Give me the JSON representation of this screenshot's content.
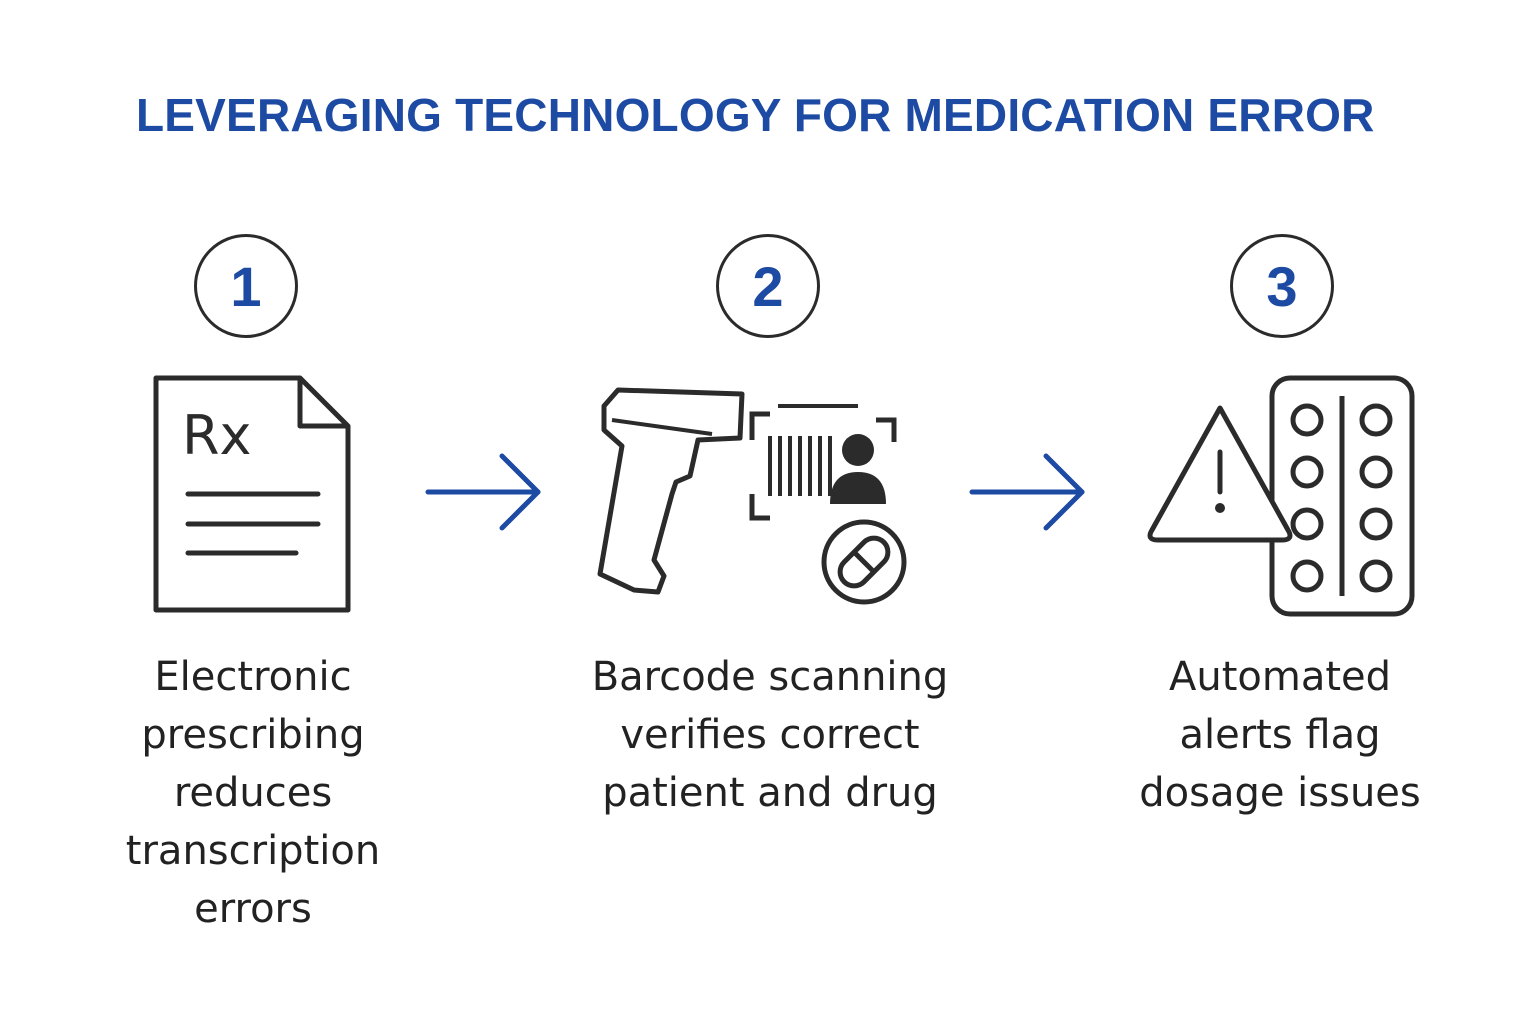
{
  "title": "LEVERAGING TECHNOLOGY FOR MEDICATION ERROR",
  "accent_color": "#1d4aa3",
  "stroke_color": "#2b2b2b",
  "steps": [
    {
      "number": "1",
      "icon": "prescription-document-icon",
      "rx": "Rx",
      "caption": [
        "Electronic",
        "prescribing",
        "reduces",
        "transcription",
        "errors"
      ]
    },
    {
      "number": "2",
      "icon": "barcode-scanner-icon",
      "caption": [
        "Barcode scanning",
        "verifies correct",
        "patient and drug"
      ]
    },
    {
      "number": "3",
      "icon": "warning-pill-pack-icon",
      "caption": [
        "Automated",
        "alerts flag",
        "dosage issues"
      ]
    }
  ],
  "arrows": [
    "arrow-right-icon",
    "arrow-right-icon"
  ]
}
